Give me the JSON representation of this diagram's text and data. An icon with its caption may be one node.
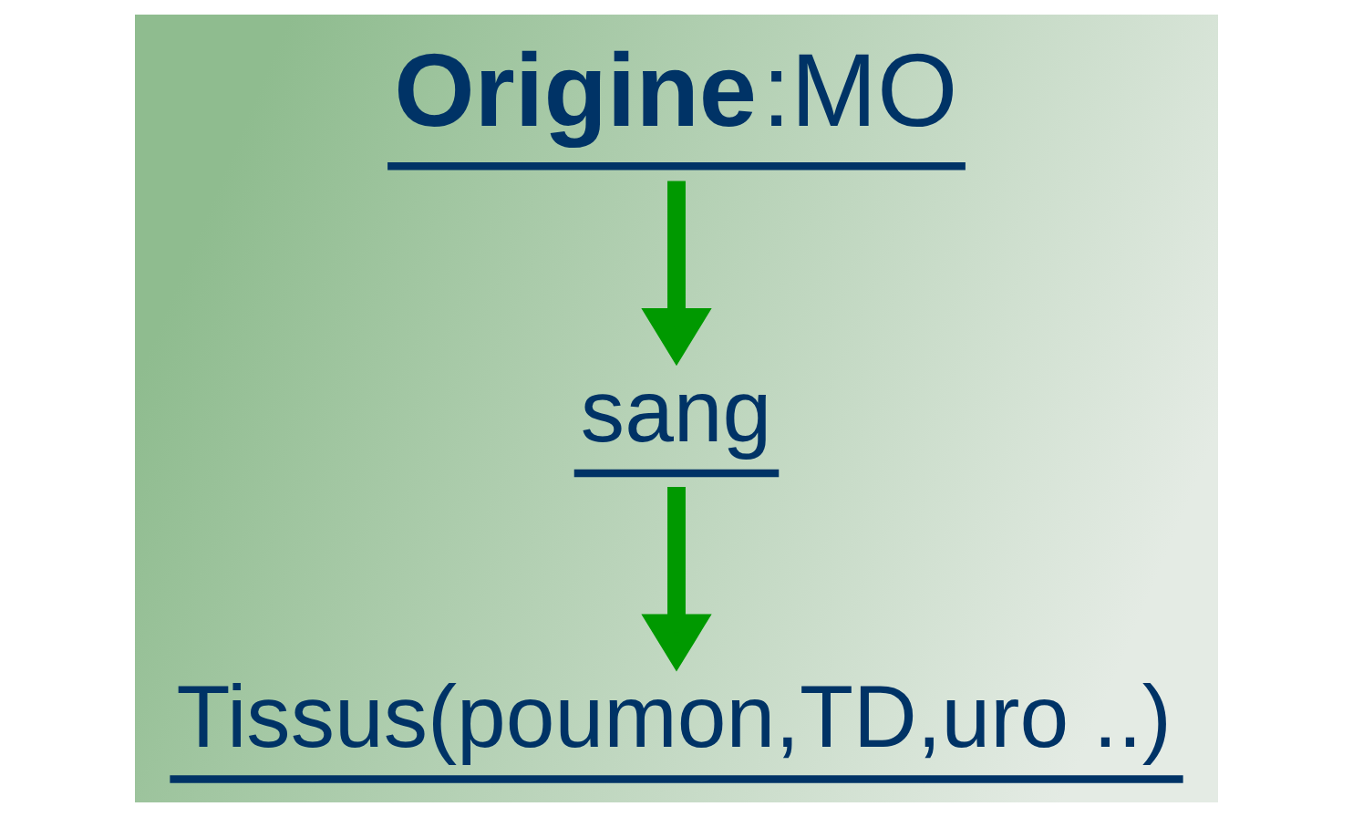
{
  "diagram": {
    "nodes": [
      {
        "text": [
          "**Origine**:MO"
        ]
      },
      {
        "text": [
          "sang"
        ]
      },
      {
        "text": [
          "Tissus(poumon,TD,uro ..)"
        ]
      }
    ],
    "edges": [
      {
        "from": 0,
        "to": 1,
        "arrow": "to"
      },
      {
        "from": 1,
        "to": 2,
        "arrow": "to"
      }
    ]
  }
}
